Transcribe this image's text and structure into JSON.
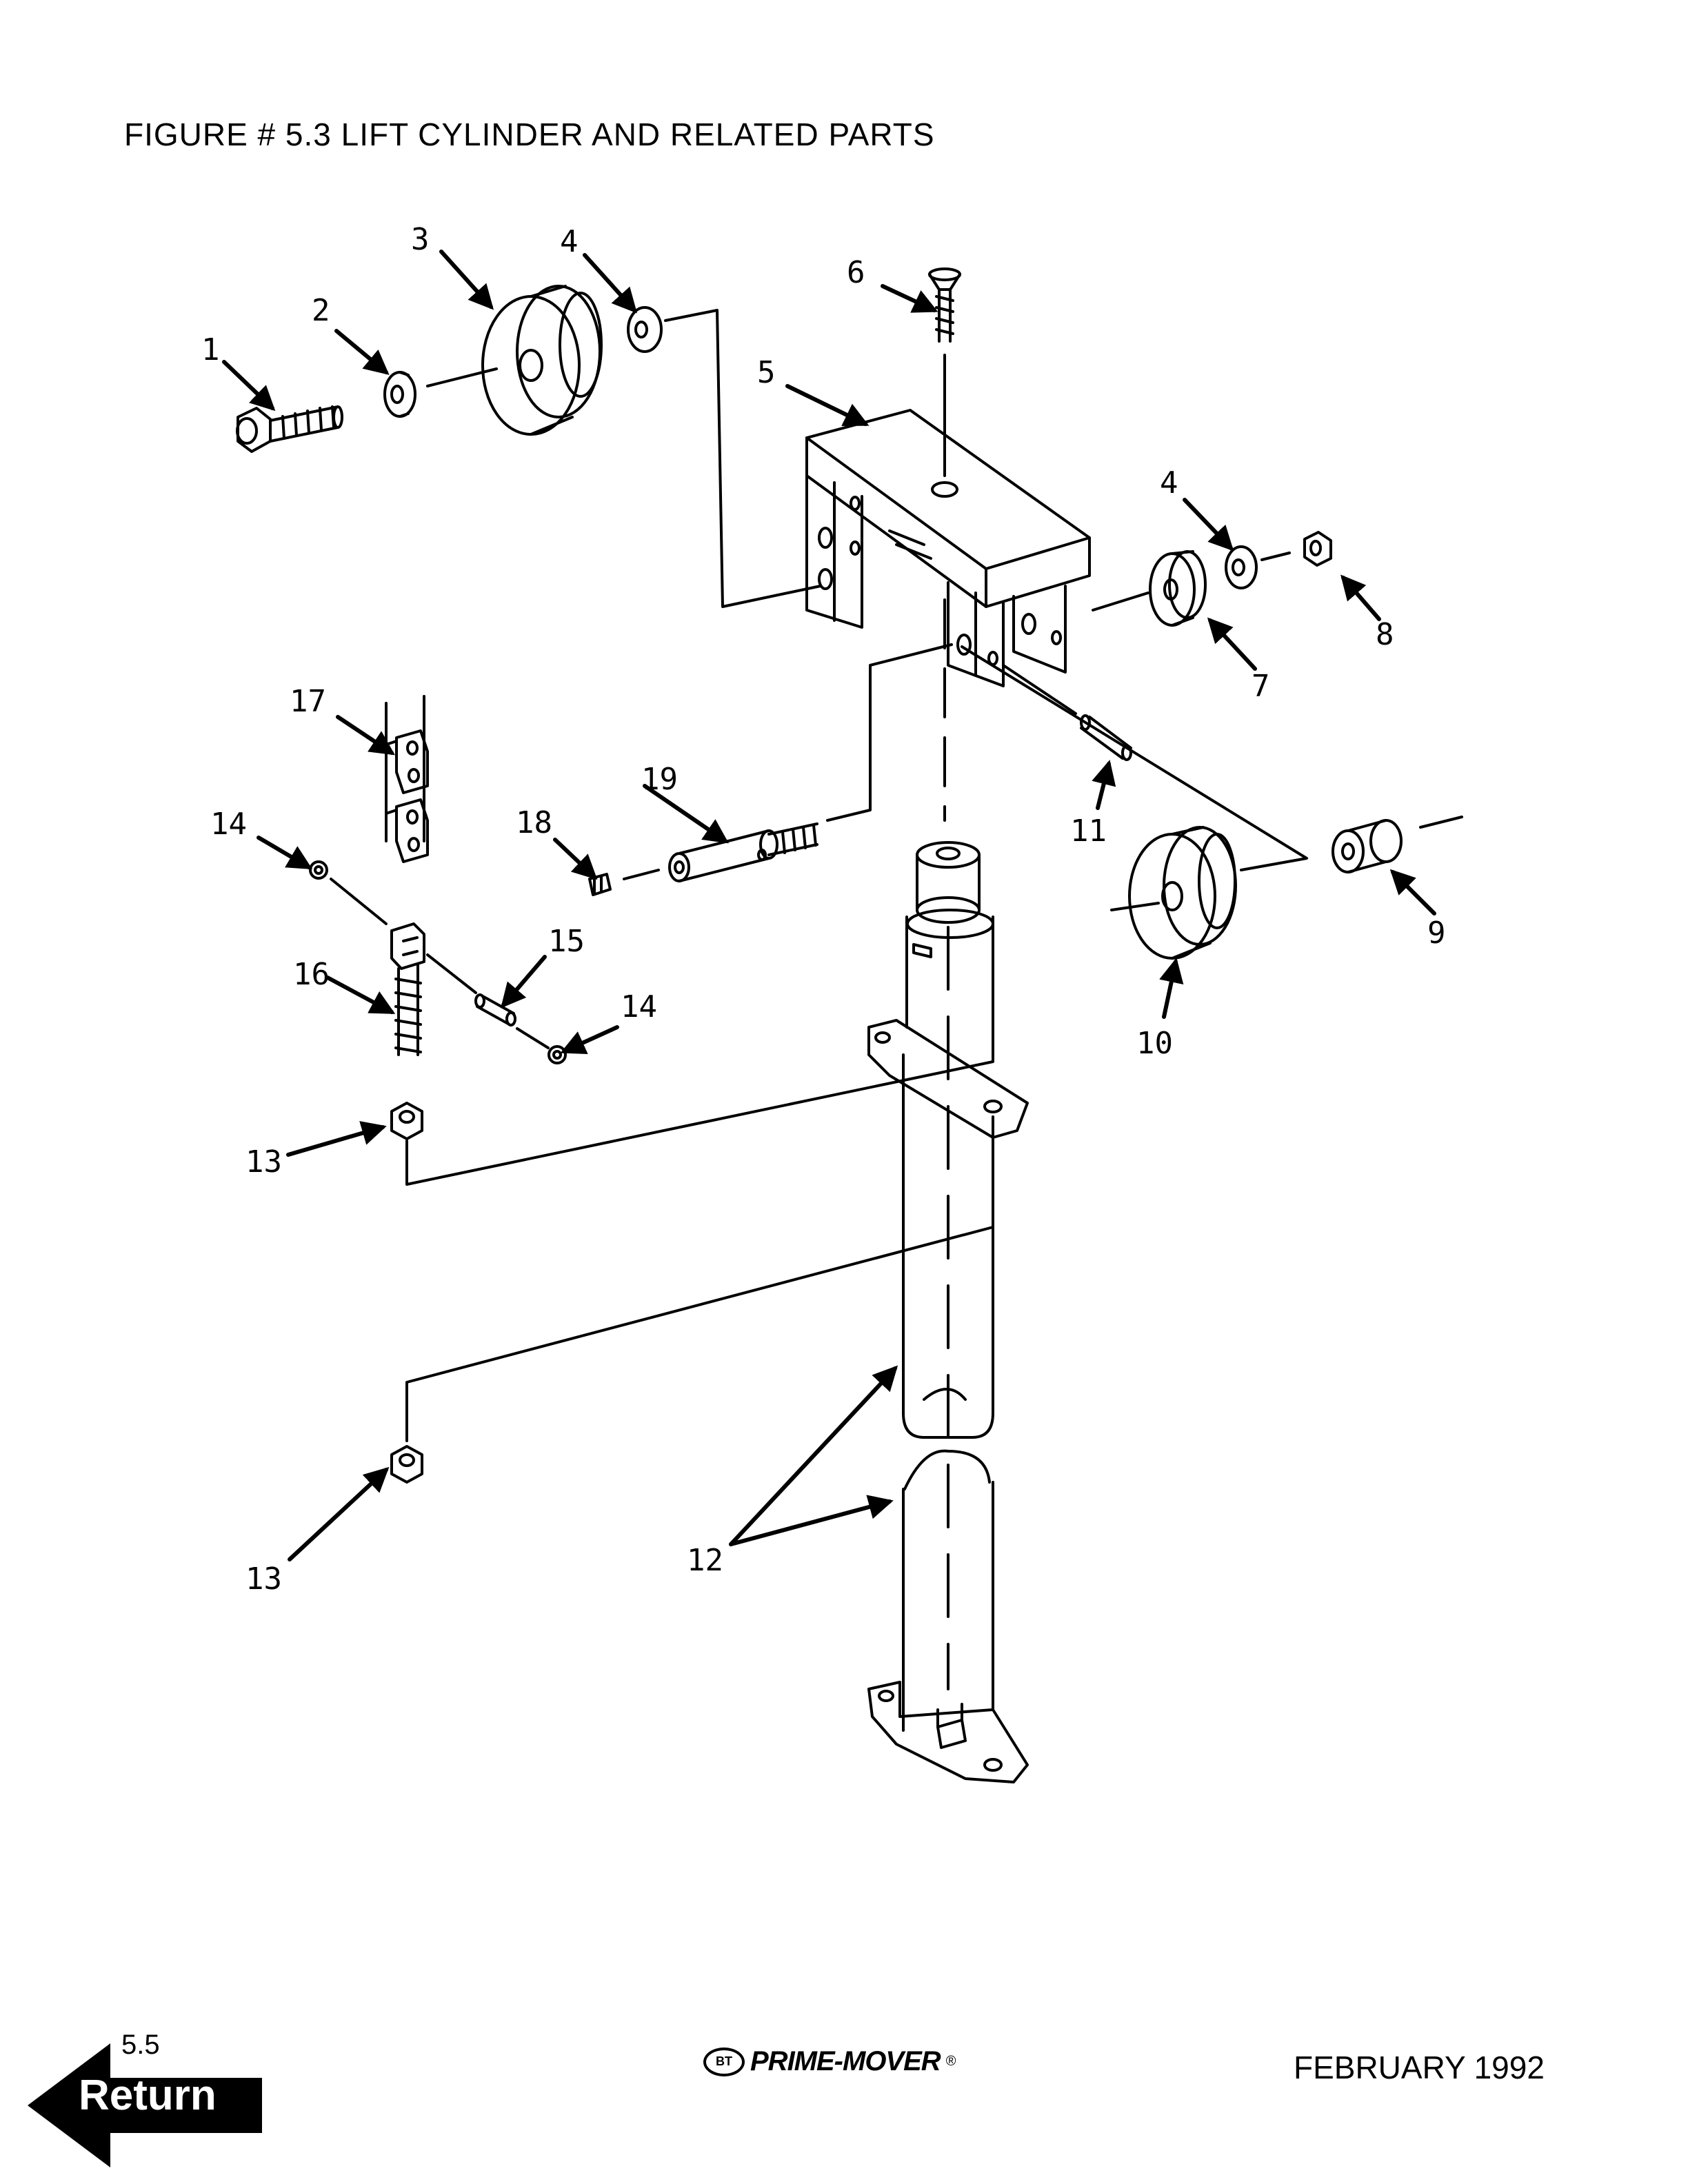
{
  "figure_title": "FIGURE # 5.3  LIFT CYLINDER AND RELATED PARTS",
  "callouts": [
    "1",
    "2",
    "3",
    "4",
    "4",
    "5",
    "6",
    "7",
    "8",
    "9",
    "10",
    "11",
    "12",
    "13",
    "13",
    "14",
    "14",
    "15",
    "16",
    "17",
    "18",
    "19"
  ],
  "footer": {
    "page_number": "5.5",
    "brand": "PRIME-MOVER",
    "brand_badge": "BT",
    "registered_mark": "®",
    "date": "FEBRUARY 1992",
    "return_label": "Return"
  }
}
